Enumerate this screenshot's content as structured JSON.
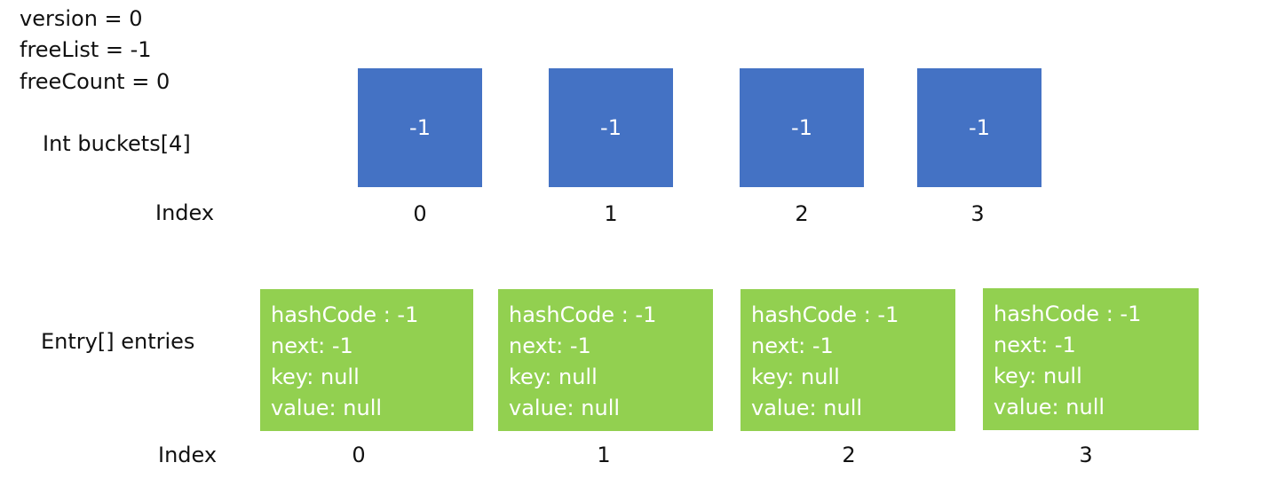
{
  "state": {
    "version": "version = 0",
    "freeList": "freeList = -1",
    "freeCount": "freeCount = 0"
  },
  "buckets": {
    "label": "Int buckets[4]",
    "index_label": "Index",
    "cells": [
      {
        "value": "-1",
        "index": "0"
      },
      {
        "value": "-1",
        "index": "1"
      },
      {
        "value": "-1",
        "index": "2"
      },
      {
        "value": "-1",
        "index": "3"
      }
    ]
  },
  "entries": {
    "label": "Entry[] entries",
    "index_label": "Index",
    "cells": [
      {
        "hashCode": "hashCode : -1",
        "next": "next: -1",
        "key": "key: null",
        "value": "value: null",
        "index": "0"
      },
      {
        "hashCode": "hashCode : -1",
        "next": "next: -1",
        "key": "key: null",
        "value": "value: null",
        "index": "1"
      },
      {
        "hashCode": "hashCode : -1",
        "next": "next: -1",
        "key": "key: null",
        "value": "value: null",
        "index": "2"
      },
      {
        "hashCode": "hashCode : -1",
        "next": "next: -1",
        "key": "key: null",
        "value": "value: null",
        "index": "3"
      }
    ]
  },
  "colors": {
    "bucket_fill": "#4472c4",
    "entry_fill": "#92d050"
  }
}
